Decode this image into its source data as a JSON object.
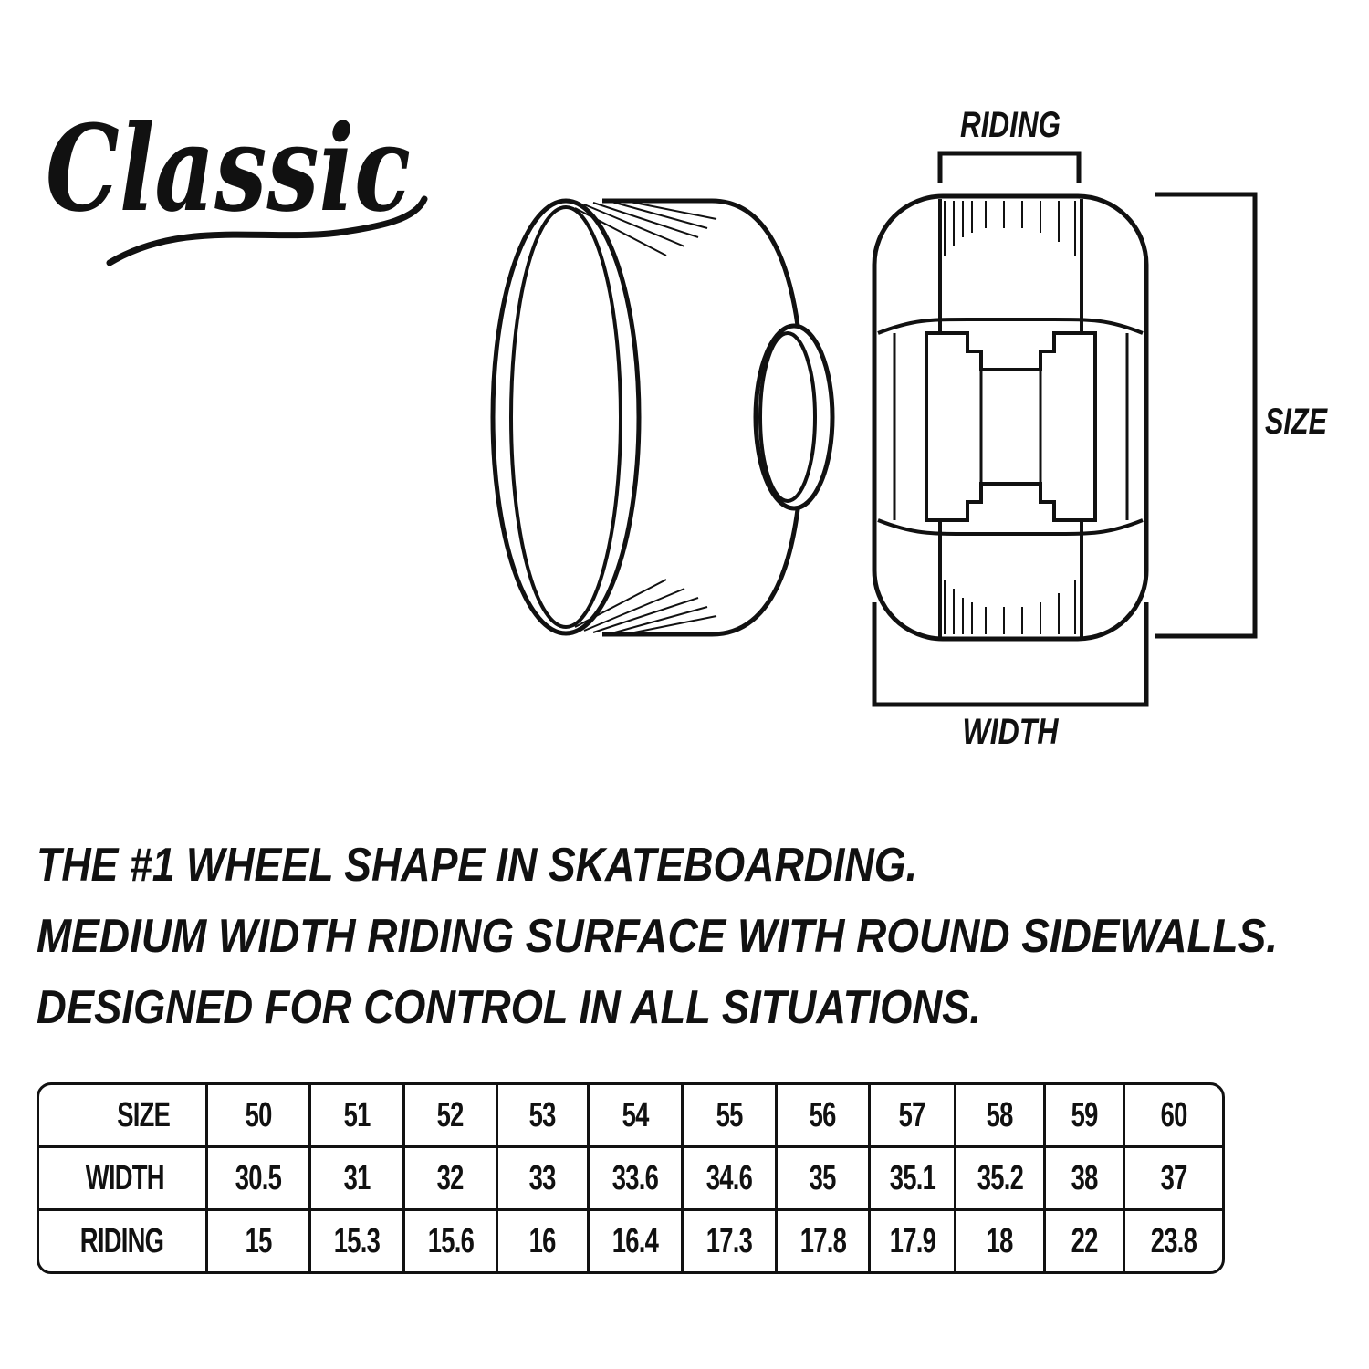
{
  "logo": {
    "text": "Classic"
  },
  "diagram": {
    "labels": {
      "riding": "RIDING",
      "size": "SIZE",
      "width": "WIDTH"
    }
  },
  "description": [
    "THE #1 WHEEL SHAPE IN SKATEBOARDING.",
    "MEDIUM WIDTH RIDING SURFACE WITH ROUND SIDEWALLS.",
    "DESIGNED FOR CONTROL IN ALL SITUATIONS."
  ],
  "table": {
    "rows": [
      {
        "label": "SIZE",
        "values": [
          "50",
          "51",
          "52",
          "53",
          "54",
          "55",
          "56",
          "57",
          "58",
          "59",
          "60"
        ]
      },
      {
        "label": "WIDTH",
        "values": [
          "30.5",
          "31",
          "32",
          "33",
          "33.6",
          "34.6",
          "35",
          "35.1",
          "35.2",
          "38",
          "37"
        ]
      },
      {
        "label": "RIDING",
        "values": [
          "15",
          "15.3",
          "15.6",
          "16",
          "16.4",
          "17.3",
          "17.8",
          "17.9",
          "18",
          "22",
          "23.8"
        ]
      }
    ]
  }
}
